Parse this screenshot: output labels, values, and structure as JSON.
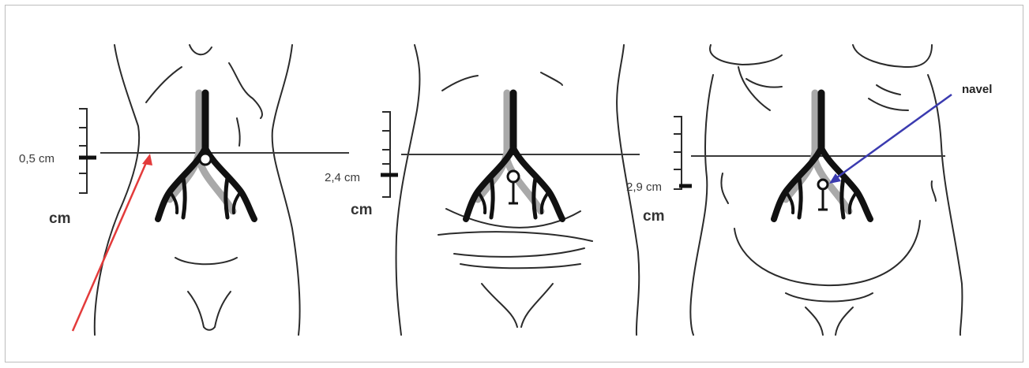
{
  "panels": [
    {
      "measurement_label": "0,5 cm",
      "unit_label": "cm"
    },
    {
      "measurement_label": "2,4 cm",
      "unit_label": "cm"
    },
    {
      "measurement_label": "2,9 cm",
      "unit_label": "cm"
    }
  ],
  "annotations": {
    "navel_label": "navel",
    "navel_arrow_color": "#3b3bb0",
    "line_arrow_color": "#e33b3b"
  }
}
